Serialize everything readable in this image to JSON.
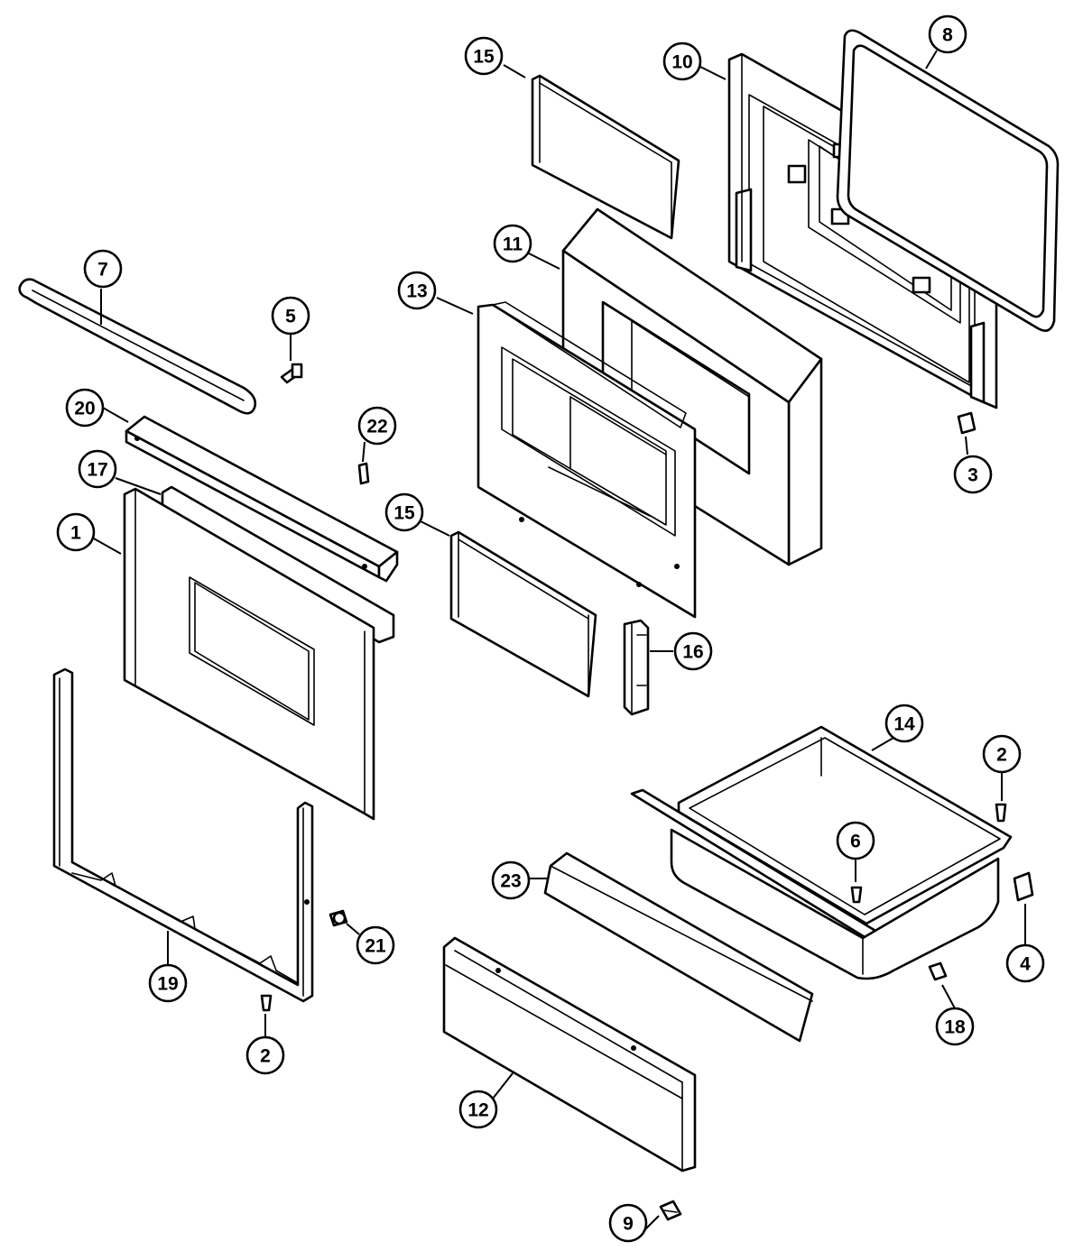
{
  "callouts": [
    {
      "key": "c15a",
      "label": "15"
    },
    {
      "key": "c10",
      "label": "10"
    },
    {
      "key": "c8",
      "label": "8"
    },
    {
      "key": "c7",
      "label": "7"
    },
    {
      "key": "c5",
      "label": "5"
    },
    {
      "key": "c11",
      "label": "11"
    },
    {
      "key": "c13",
      "label": "13"
    },
    {
      "key": "c20",
      "label": "20"
    },
    {
      "key": "c22",
      "label": "22"
    },
    {
      "key": "c17",
      "label": "17"
    },
    {
      "key": "c3",
      "label": "3"
    },
    {
      "key": "c1",
      "label": "1"
    },
    {
      "key": "c15b",
      "label": "15"
    },
    {
      "key": "c16",
      "label": "16"
    },
    {
      "key": "c14",
      "label": "14"
    },
    {
      "key": "c2a",
      "label": "2"
    },
    {
      "key": "c6",
      "label": "6"
    },
    {
      "key": "c23",
      "label": "23"
    },
    {
      "key": "c4",
      "label": "4"
    },
    {
      "key": "c21",
      "label": "21"
    },
    {
      "key": "c19",
      "label": "19"
    },
    {
      "key": "c18",
      "label": "18"
    },
    {
      "key": "c2b",
      "label": "2"
    },
    {
      "key": "c12",
      "label": "12"
    },
    {
      "key": "c9",
      "label": "9"
    }
  ]
}
